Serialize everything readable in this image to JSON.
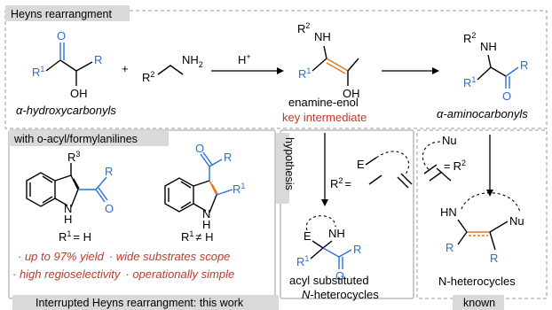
{
  "top_section": {
    "title": "Heyns rearrangment",
    "reactant1": {
      "r1": "R",
      "r1_sup": "1",
      "r": "R",
      "o": "O",
      "oh": "OH"
    },
    "plus": "+",
    "amine": {
      "r": "R",
      "sup": "2",
      "nh2_main": "NH",
      "nh2_sub": "2"
    },
    "reagent": {
      "main": "H",
      "sup": "+"
    },
    "reactant_label": "α-hydroxycarbonyls",
    "intermediate": {
      "r2": "R",
      "r2_sup": "2",
      "nh": "NH",
      "r1": "R",
      "r1_sup": "1",
      "oh": "OH",
      "label": "enamine-enol",
      "sublabel": "key intermediate"
    },
    "product": {
      "r2": "R",
      "r2_sup": "2",
      "nh": "NH",
      "r": "R",
      "r1": "R",
      "r1_sup": "1",
      "o": "O",
      "label": "α-aminocarbonyls"
    }
  },
  "left_section": {
    "title": "with o-acyl/formylanilines",
    "indole1": {
      "r3": "R",
      "r3_sup": "3",
      "r": "R",
      "o": "O",
      "nh": "N",
      "h": "H",
      "cond_r": "R",
      "cond_sup": "1",
      "cond_rel": "= H"
    },
    "indole2": {
      "r": "R",
      "o": "O",
      "r1": "R",
      "r1_sup": "1",
      "nh": "N",
      "h": "H",
      "cond_r": "R",
      "cond_sup": "1",
      "cond_rel": "≠ H"
    },
    "highlight1a": "· up to 97% yield",
    "highlight1b": "· wide substrates scope",
    "highlight2a": "· high regioselectivity",
    "highlight2b": "· operationally simple",
    "footer": "Interrupted Heyns rearrangment: this work"
  },
  "middle_section": {
    "vertical_label": "hypothesis",
    "eq": {
      "r": "R",
      "sup": "2",
      "equals": "="
    },
    "e_group": "E",
    "product": {
      "e": "E",
      "nh": "NH",
      "r1": "R",
      "r1_sup": "1",
      "r": "R",
      "o": "O"
    },
    "label1": "acyl substituted",
    "label2a": "N",
    "label2b": "-heterocycles"
  },
  "right_section": {
    "nu_group": "Nu",
    "eq": {
      "equals": "=",
      "r": "R",
      "sup": "2"
    },
    "product": {
      "hn": "HN",
      "nu": "Nu",
      "r_left": "R",
      "r_bottom": "R"
    },
    "label": "N-heterocycles",
    "footer": "known"
  }
}
